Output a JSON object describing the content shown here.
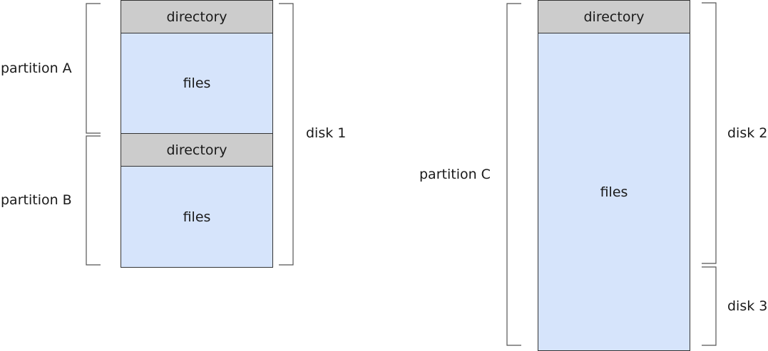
{
  "blocks": {
    "disk1_directory_a": "directory",
    "disk1_files_a": "files",
    "disk1_directory_b": "directory",
    "disk1_files_b": "files",
    "right_directory": "directory",
    "right_files": "files"
  },
  "labels": {
    "partition_a": "partition A",
    "partition_b": "partition B",
    "partition_c": "partition C",
    "disk_1": "disk 1",
    "disk_2": "disk 2",
    "disk_3": "disk 3"
  },
  "colors": {
    "directory_fill": "#cccccc",
    "files_fill": "#d6e4fb",
    "outline": "#333333"
  }
}
